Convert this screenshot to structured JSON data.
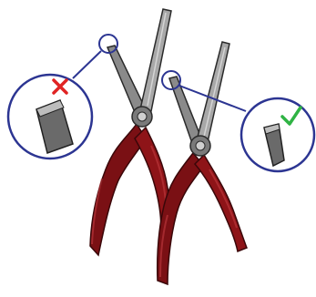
{
  "scene": {
    "subject": "needle-nose-pliers-tip-comparison",
    "pliers": [
      {
        "id": "left",
        "tip_condition": "worn-flat",
        "verdict": "incorrect"
      },
      {
        "id": "right",
        "tip_condition": "sharp-pointed",
        "verdict": "correct"
      }
    ],
    "icons": {
      "incorrect": "cross-icon",
      "correct": "check-icon"
    }
  },
  "colors": {
    "handle": "#8e1418",
    "handle_dark": "#4e0a0c",
    "handle_light": "#c03a3f",
    "steel": "#9a9a9a",
    "steel_dark": "#3e3e3e",
    "steel_light": "#d6d6d6",
    "callout_ring": "#2c3592",
    "cross": "#e02424",
    "check": "#2fb344"
  }
}
